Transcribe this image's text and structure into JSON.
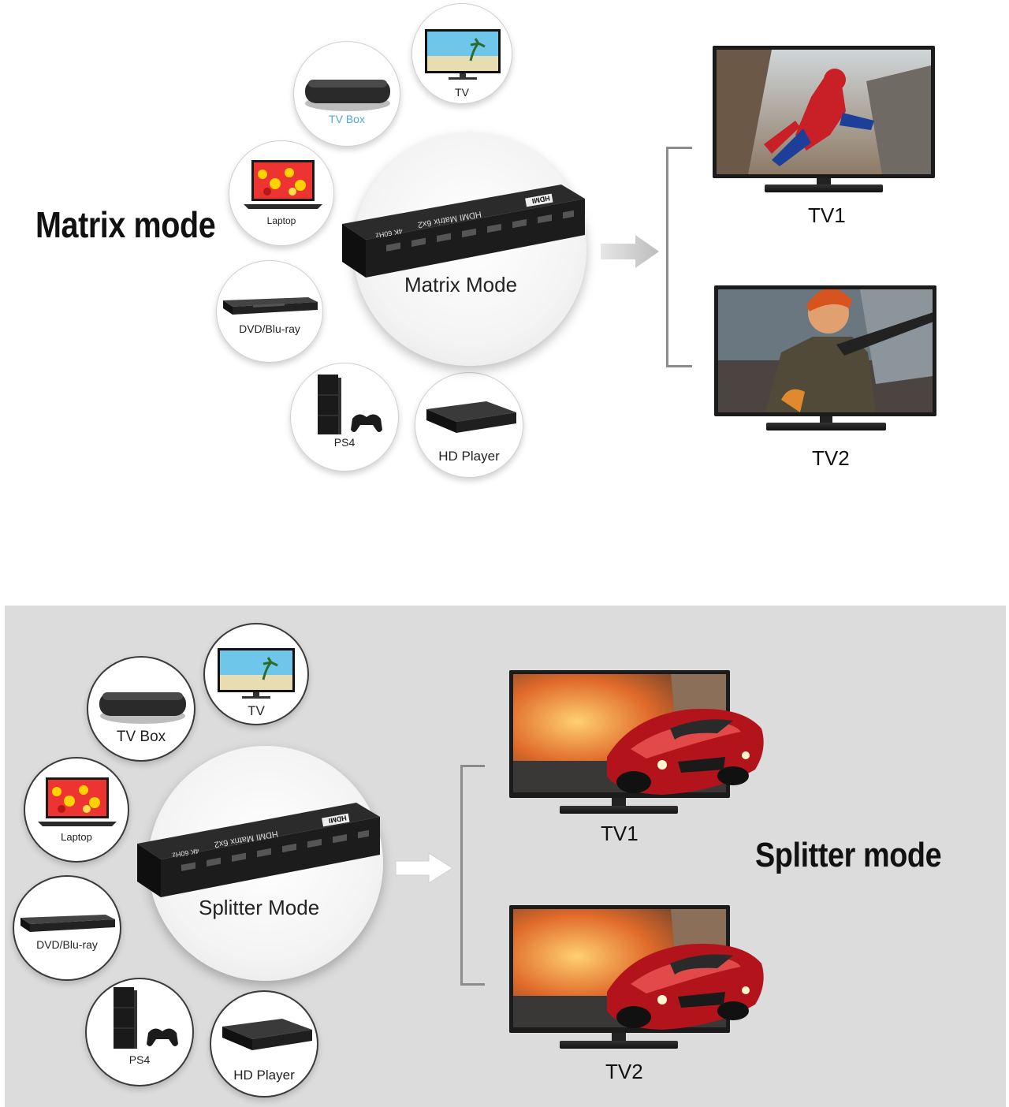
{
  "matrix": {
    "title": "Matrix mode",
    "hub_label": "Matrix Mode",
    "sources": [
      {
        "id": "tvbox",
        "label": "TV Box",
        "icon": "tv-box-icon"
      },
      {
        "id": "tv",
        "label": "TV",
        "icon": "tv-icon"
      },
      {
        "id": "laptop",
        "label": "Laptop",
        "icon": "laptop-icon"
      },
      {
        "id": "dvd",
        "label": "DVD/Blu-ray",
        "icon": "dvd-player-icon"
      },
      {
        "id": "ps4",
        "label": "PS4",
        "icon": "ps4-console-icon"
      },
      {
        "id": "hdplayer",
        "label": "HD Player",
        "icon": "hd-player-icon"
      }
    ],
    "outputs": [
      {
        "label": "TV1",
        "icon": "spider-man-screen"
      },
      {
        "label": "TV2",
        "icon": "soldier-game-screen"
      }
    ]
  },
  "splitter": {
    "title": "Splitter mode",
    "hub_label": "Splitter Mode",
    "sources": [
      {
        "id": "tvbox",
        "label": "TV Box",
        "icon": "tv-box-icon"
      },
      {
        "id": "tv",
        "label": "TV",
        "icon": "tv-icon"
      },
      {
        "id": "laptop",
        "label": "Laptop",
        "icon": "laptop-icon"
      },
      {
        "id": "dvd",
        "label": "DVD/Blu-ray",
        "icon": "dvd-player-icon"
      },
      {
        "id": "ps4",
        "label": "PS4",
        "icon": "ps4-console-icon"
      },
      {
        "id": "hdplayer",
        "label": "HD Player",
        "icon": "hd-player-icon"
      }
    ],
    "outputs": [
      {
        "label": "TV1",
        "icon": "red-car-screen"
      },
      {
        "label": "TV2",
        "icon": "red-car-screen"
      }
    ]
  },
  "device": {
    "name": "HDMI Matrix 6x2",
    "spec": "4K 60Hz",
    "logo": "HDMI"
  },
  "colors": {
    "blue_label": "#4aa8e0",
    "bottom_panel": "#dcdcdc",
    "device_body": "#1e1e1e",
    "bracket": "#8c8c8c"
  }
}
